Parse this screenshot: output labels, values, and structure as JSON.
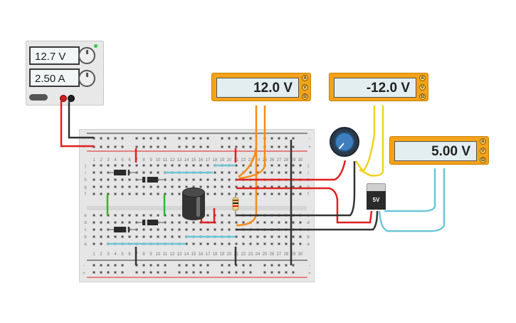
{
  "power_supply": {
    "voltage": "12.7 V",
    "current": "2.50 A",
    "led_color": "#2ecc40"
  },
  "meters": [
    {
      "reading": "12.0 V",
      "buttons": [
        "A",
        "V",
        "Ω"
      ]
    },
    {
      "reading": "-12.0 V",
      "buttons": [
        "A",
        "V",
        "Ω"
      ]
    },
    {
      "reading": "5.00 V",
      "buttons": [
        "A",
        "V",
        "Ω"
      ]
    }
  ],
  "regulator": {
    "label": "5V"
  },
  "breadboard": {
    "column_numbers": [
      "1",
      "2",
      "3",
      "4",
      "5",
      "6",
      "7",
      "8",
      "9",
      "10",
      "11",
      "12",
      "13",
      "14",
      "15",
      "16",
      "17",
      "18",
      "19",
      "20",
      "21",
      "22",
      "23",
      "24",
      "25",
      "26",
      "27",
      "28",
      "29",
      "30"
    ],
    "row_letters_top": [
      "j",
      "i",
      "h",
      "g",
      "f"
    ],
    "row_letters_bottom": [
      "e",
      "d",
      "c",
      "b",
      "a"
    ],
    "rail_signs": [
      "-",
      "+"
    ]
  },
  "colors": {
    "wire_red": "#e02020",
    "wire_black": "#333333",
    "wire_orange": "#f28c1a",
    "wire_yellow": "#f2d21a",
    "wire_cyan": "#6cc6d6",
    "wire_green": "#2eb82e",
    "meter_body": "#f4a21a"
  }
}
